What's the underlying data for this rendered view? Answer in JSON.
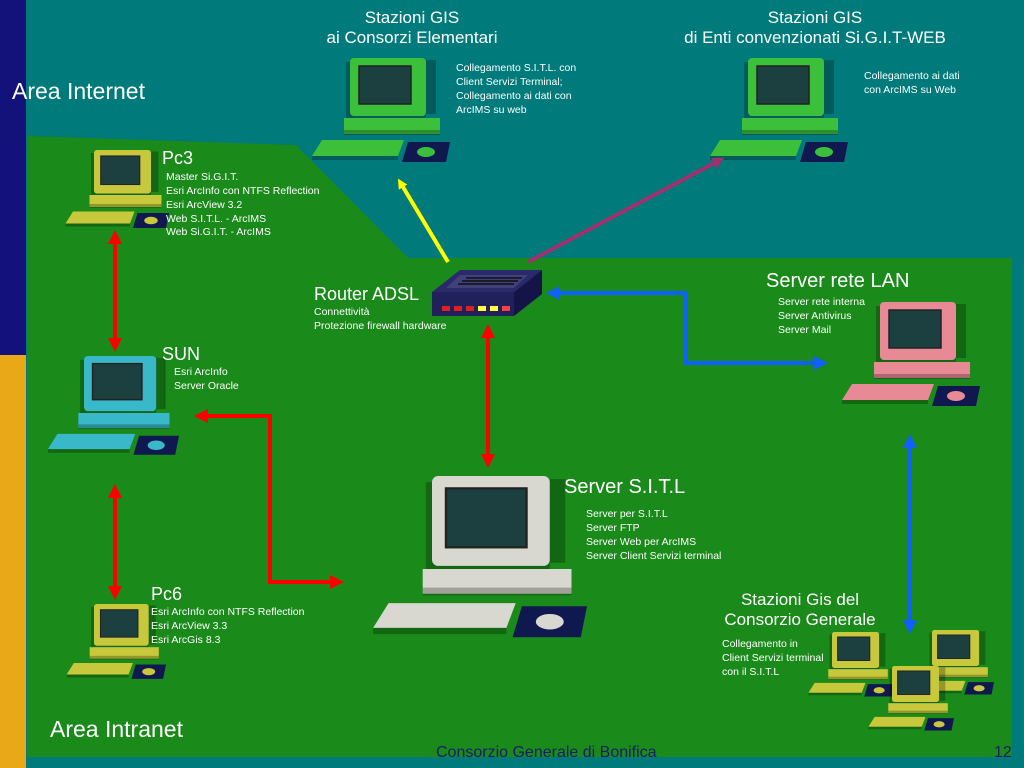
{
  "colors": {
    "background": "#007a7a",
    "intranet": "#1a8a1a",
    "arrow_yellow": "#ffff00",
    "arrow_purple": "#a0306e",
    "arrow_red": "#ff0000",
    "arrow_blue": "#1060ff"
  },
  "areas": {
    "internet_label": "Area Internet",
    "intranet_label": "Area Intranet"
  },
  "nodes": {
    "stazioni_consorzi": {
      "title": "Stazioni GIS\nai Consorzi Elementari",
      "desc": "Collegamento S.I.T.L. con\nClient Servizi Terminal;\nCollegamento ai dati con\nArcIMS su web"
    },
    "stazioni_enti": {
      "title": "Stazioni GIS\ndi Enti convenzionati Si.G.I.T-WEB",
      "desc": "Collegamento ai dati\ncon ArcIMS su Web"
    },
    "pc3": {
      "title": "Pc3",
      "desc": "Master Si.G.I.T.\nEsri ArcInfo con NTFS Reflection\nEsri ArcView 3.2\nWeb S.I.T.L. - ArcIMS\nWeb Si.G.I.T. - ArcIMS"
    },
    "router": {
      "title": "Router ADSL",
      "desc": "Connettività\nProtezione firewall hardware"
    },
    "server_lan": {
      "title": "Server rete LAN",
      "desc": "Server rete interna\nServer Antivirus\nServer Mail"
    },
    "sun": {
      "title": "SUN",
      "desc": "Esri ArcInfo\nServer Oracle"
    },
    "server_sitl": {
      "title": "Server S.I.T.L",
      "desc": "Server per S.I.T.L\nServer FTP\nServer Web per ArcIMS\nServer Client Servizi terminal"
    },
    "pc6": {
      "title": "Pc6",
      "desc": "Esri ArcInfo con NTFS Reflection\nEsri ArcView 3.3\nEsri ArcGis 8.3"
    },
    "stazioni_consorzio": {
      "title": "Stazioni Gis del\nConsorzio Generale",
      "desc": "Collegamento in\nClient Servizi terminal\ncon il S.I.T.L"
    }
  },
  "footer": {
    "text": "Consorzio Generale di Bonifica",
    "page": "12"
  }
}
